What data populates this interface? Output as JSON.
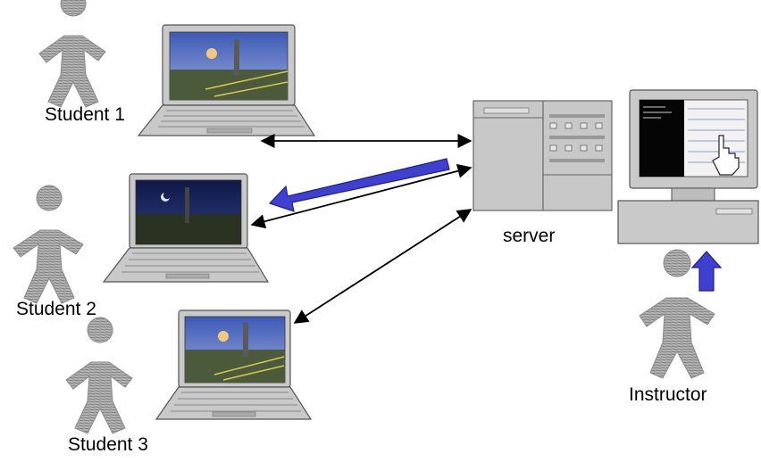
{
  "labels": {
    "student1": "Student 1",
    "student2": "Student 2",
    "student3": "Student 3",
    "server": "server",
    "instructor": "Instructor"
  },
  "colors": {
    "flow_arrow": "#3f3fd0",
    "laptop_body": "#c9c9c9",
    "screen_day": "#6d80c4",
    "screen_night": "#1e2a66",
    "figure": "#a6a6a6"
  },
  "icons": {
    "person": "person-icon",
    "laptop": "laptop-icon",
    "server": "server-icon",
    "workstation": "desktop-computer-icon",
    "hand": "hand-pointer-icon"
  }
}
